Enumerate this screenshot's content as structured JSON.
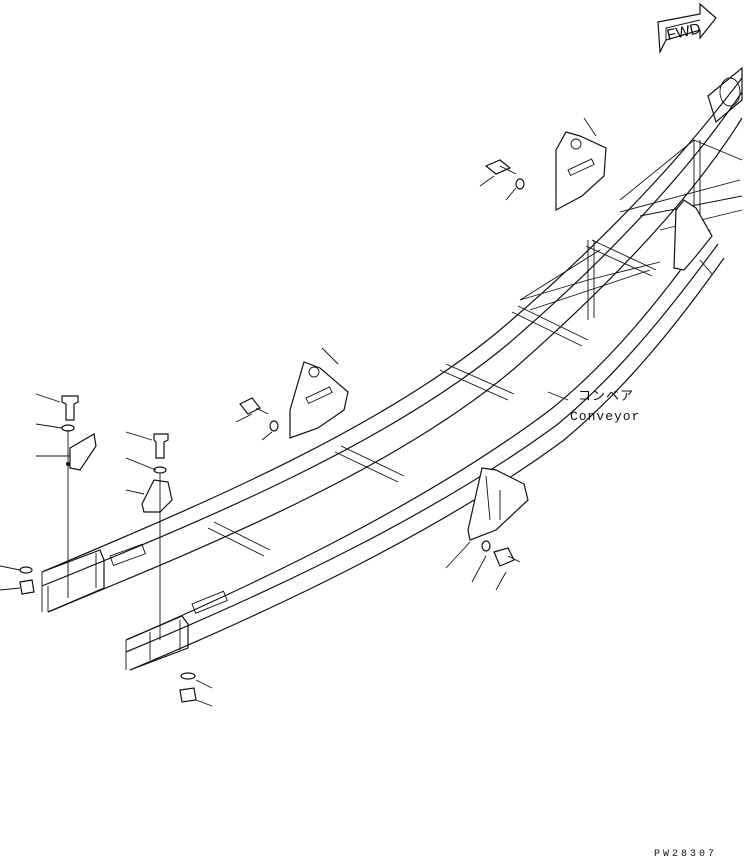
{
  "fwd_arrow": {
    "label": "FWD"
  },
  "conveyor_label": {
    "jp": "コンベア",
    "en": "Conveyor"
  },
  "drawing_code": "PW28307"
}
